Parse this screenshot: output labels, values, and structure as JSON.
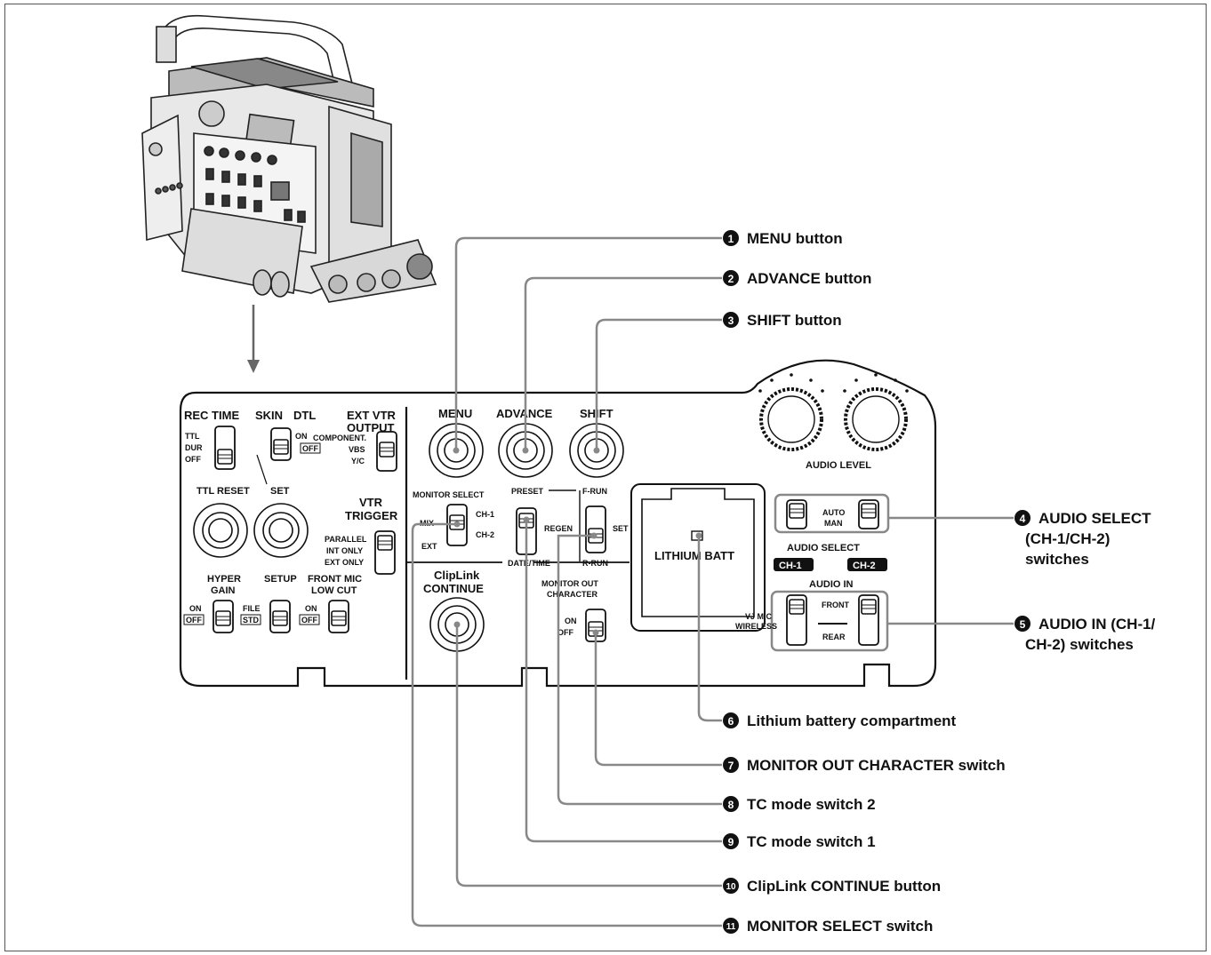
{
  "callouts": [
    {
      "num": "1",
      "text": "MENU button"
    },
    {
      "num": "2",
      "text": "ADVANCE button"
    },
    {
      "num": "3",
      "text": "SHIFT button"
    },
    {
      "num": "4",
      "line1": "AUDIO SELECT",
      "line2": "(CH-1/CH-2)",
      "line3": "switches"
    },
    {
      "num": "5",
      "line1": "AUDIO IN (CH-1/",
      "line2": "CH-2) switches"
    },
    {
      "num": "6",
      "text": "Lithium battery compartment"
    },
    {
      "num": "7",
      "text": "MONITOR OUT CHARACTER switch"
    },
    {
      "num": "8",
      "text": "TC mode switch 2"
    },
    {
      "num": "9",
      "text": "TC mode switch 1"
    },
    {
      "num": "10",
      "text": "ClipLink CONTINUE button"
    },
    {
      "num": "11",
      "text": "MONITOR SELECT switch"
    }
  ],
  "panel": {
    "rec_time": "REC TIME",
    "ttl": "TTL",
    "dur": "DUR",
    "off": "OFF",
    "skin": "SKIN",
    "dtl": "DTL",
    "on": "ON",
    "off_box": "OFF",
    "ext_vtr": "EXT VTR",
    "output": "OUTPUT",
    "component": "COMPONENT.",
    "vbs": "VBS",
    "yc": "Y/C",
    "ttl_reset": "TTL RESET",
    "set": "SET",
    "vtr": "VTR",
    "trigger": "TRIGGER",
    "parallel": "PARALLEL",
    "int_only": "INT ONLY",
    "ext_only": "EXT ONLY",
    "hyper": "HYPER",
    "gain": "GAIN",
    "setup": "SETUP",
    "front_mic": "FRONT MIC",
    "low_cut": "LOW CUT",
    "file": "FILE",
    "std": "STD",
    "menu": "MENU",
    "advance": "ADVANCE",
    "shift": "SHIFT",
    "monitor_select": "MONITOR SELECT",
    "mix": "MIX",
    "ext": "EXT",
    "ch1": "CH-1",
    "ch2": "CH-2",
    "preset": "PRESET",
    "regen": "REGEN",
    "date_time": "DATE/TIME",
    "f_run": "F-RUN",
    "r_run": "R-RUN",
    "set2": "SET",
    "cliplink": "ClipLink",
    "continue": "CONTINUE",
    "monitor_out": "MONITOR OUT",
    "character": "CHARACTER",
    "lithium_batt": "LITHIUM BATT",
    "audio_level": "AUDIO LEVEL",
    "auto": "AUTO",
    "man": "MAN",
    "audio_select": "AUDIO SELECT",
    "ch1_badge": "CH-1",
    "ch2_badge": "CH-2",
    "audio_in": "AUDIO IN",
    "vj_mic": "VJ MIC",
    "wireless": "WIRELESS",
    "front": "FRONT",
    "rear": "REAR"
  }
}
